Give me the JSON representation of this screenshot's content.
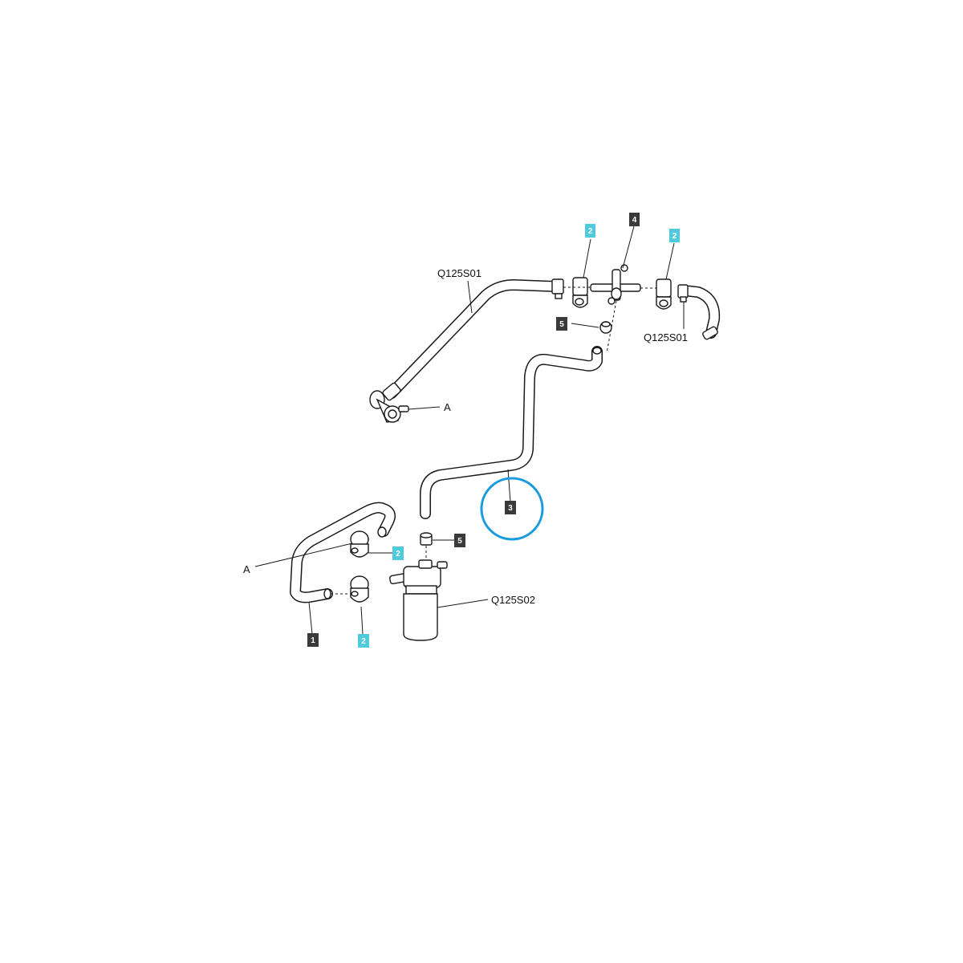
{
  "colors": {
    "dark_badge": "#3a3a3a",
    "blue_badge": "#4fc9dc",
    "highlight_circle": "#1a9be0",
    "line": "#1a1a1a"
  },
  "labels": {
    "q125s01_upper_left": "Q125S01",
    "q125s01_right": "Q125S01",
    "q125s02": "Q125S02",
    "a_upper": "A",
    "a_lower": "A"
  },
  "badges": {
    "clamp_top_left": "2",
    "tee_fitting": "4",
    "clamp_top_right": "2",
    "seal_top": "5",
    "hose_center": "3",
    "seal_bottom": "5",
    "clamp_lower_upper": "2",
    "hose_lower": "1",
    "clamp_lower_lower": "2"
  }
}
